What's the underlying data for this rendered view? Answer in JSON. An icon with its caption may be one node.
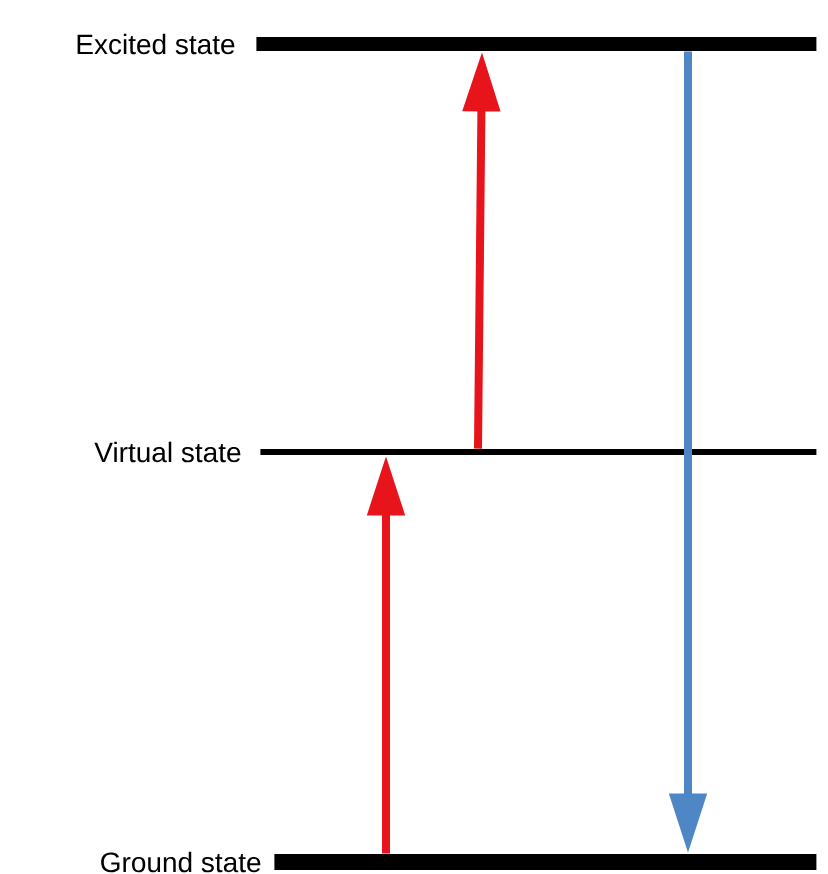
{
  "diagram": {
    "nodes": [
      {
        "text": [
          "Excited state"
        ]
      },
      {
        "text": [
          "Virtual state"
        ]
      },
      {
        "text": [
          "Ground state"
        ]
      }
    ],
    "edges": [
      {
        "from": 2,
        "to": 1,
        "arrow": "to"
      },
      {
        "from": 1,
        "to": 0,
        "arrow": "to"
      },
      {
        "from": 0,
        "to": 2,
        "arrow": "to",
        "color": "#4f86c6"
      }
    ]
  }
}
